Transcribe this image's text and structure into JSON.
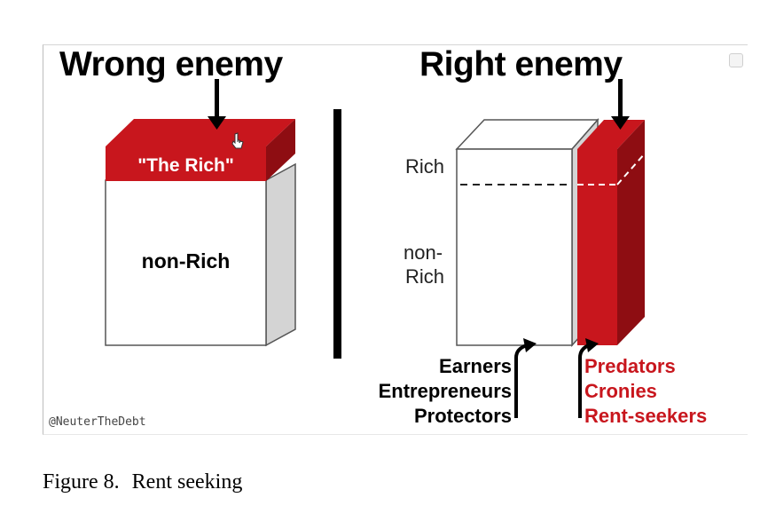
{
  "left": {
    "heading": "Wrong enemy",
    "top_label": "\"The Rich\"",
    "bottom_label": "non-Rich"
  },
  "right": {
    "heading": "Right enemy",
    "rich_label": "Rich",
    "nonrich_line1": "non-",
    "nonrich_line2": "Rich",
    "earners": [
      "Earners",
      "Entrepreneurs",
      "Protectors"
    ],
    "predators": [
      "Predators",
      "Cronies",
      "Rent-seekers"
    ]
  },
  "watermark": "@NeuterTheDebt",
  "caption": {
    "number": "Figure 8.",
    "text": "Rent seeking"
  },
  "colors": {
    "red": "#c8161d",
    "red_dark": "#8e0d12",
    "side_gray": "#d4d4d4"
  },
  "icons": [
    "down-arrow-icon",
    "up-arrow-icon",
    "cursor-hand-icon",
    "image-corner-icon"
  ]
}
